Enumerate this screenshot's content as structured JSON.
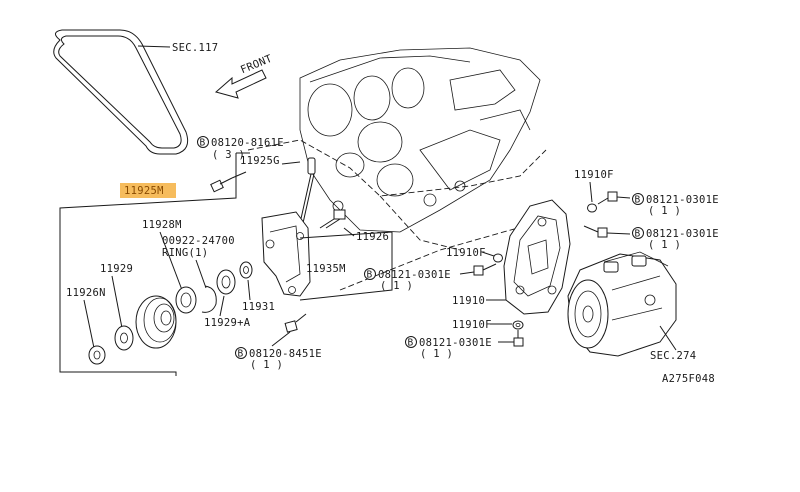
{
  "diagram": {
    "sec_belt": "SEC.117",
    "front": "FRONT",
    "sec_compressor": "SEC.274",
    "figure_code": "A275F048",
    "highlight_color": "#f5b041",
    "callouts": {
      "bolt_8161": "08120-8161E",
      "qty_3": "( 3 )",
      "p11925G": "11925G",
      "p11925M": "11925M",
      "p11928M": "11928M",
      "p00922": "00922-24700",
      "ring": "RING(1)",
      "p11929": "11929",
      "p11926N": "11926N",
      "p11929A": "11929+A",
      "p11931": "11931",
      "p11926": "11926",
      "p11935M": "11935M",
      "bolt_8451": "08120-8451E",
      "qty_1a": "( 1 )",
      "p11910F_top": "11910F",
      "bolt_0301_1": "08121-0301E",
      "qty_1b": "( 1 )",
      "bolt_0301_2": "08121-0301E",
      "qty_1c": "( 1 )",
      "p11910F_mid": "11910F",
      "bolt_0301_3": "08121-0301E",
      "qty_1d": "( 1 )",
      "p11910": "11910",
      "p11910F_low": "11910F",
      "bolt_0301_4": "08121-0301E",
      "qty_1e": "( 1 )"
    }
  }
}
